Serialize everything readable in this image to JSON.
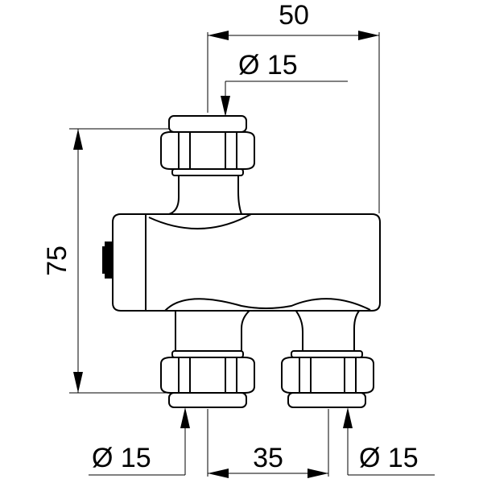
{
  "dimensions": {
    "top_width": "50",
    "top_diameter": "Ø 15",
    "height": "75",
    "bottom_spacing": "35",
    "bottom_left_diameter": "Ø 15",
    "bottom_right_diameter": "Ø 15"
  },
  "colors": {
    "line": "#000000",
    "background": "#ffffff"
  }
}
